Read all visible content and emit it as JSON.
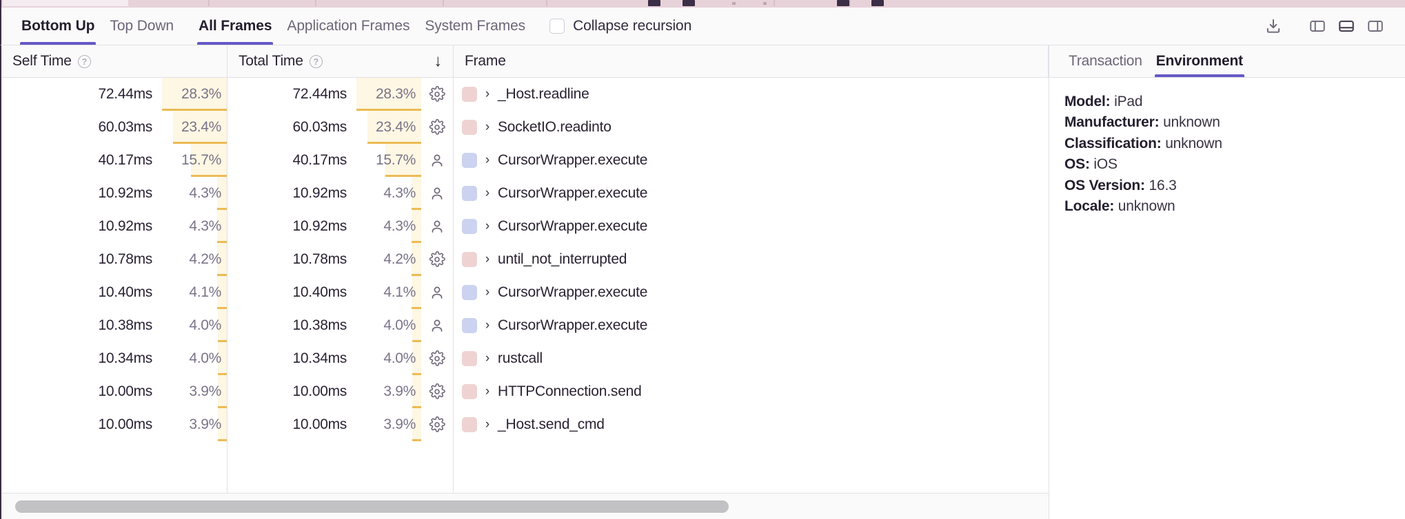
{
  "accent_color": "#6559c5",
  "colors": {
    "system_frame_swatch": "#efd3d3",
    "app_frame_swatch": "#cbd3f0",
    "pct_fill": "#fdf7e3",
    "pct_underline": "#ecbb55",
    "scrollbar_thumb": "#c2c1c4"
  },
  "toolbar": {
    "view_tabs": [
      {
        "label": "Bottom Up",
        "active": true
      },
      {
        "label": "Top Down",
        "active": false
      }
    ],
    "frame_tabs": [
      {
        "label": "All Frames",
        "active": true
      },
      {
        "label": "Application Frames",
        "active": false
      },
      {
        "label": "System Frames",
        "active": false
      }
    ],
    "collapse_recursion": {
      "label": "Collapse recursion",
      "checked": false
    },
    "actions": [
      {
        "name": "download-icon",
        "title": "Download"
      },
      {
        "name": "left-panel-icon",
        "title": "Toggle left panel"
      },
      {
        "name": "bottom-panel-icon",
        "title": "Toggle bottom panel"
      },
      {
        "name": "right-panel-icon",
        "title": "Toggle right panel"
      }
    ]
  },
  "table": {
    "columns": [
      {
        "key": "self",
        "label": "Self Time",
        "help": "?"
      },
      {
        "key": "total",
        "label": "Total Time",
        "help": "?",
        "sorted": true,
        "sort_direction": "desc",
        "sort_glyph": "↓"
      },
      {
        "key": "frame",
        "label": "Frame"
      }
    ],
    "pct_max": 28.3,
    "rows": [
      {
        "self_time": "72.44ms",
        "self_pct": "28.3%",
        "self_pct_value": 28.3,
        "total_time": "72.44ms",
        "total_pct": "28.3%",
        "total_pct_value": 28.3,
        "kind": "system",
        "icon": "gear-icon",
        "frame": "_Host.readline"
      },
      {
        "self_time": "60.03ms",
        "self_pct": "23.4%",
        "self_pct_value": 23.4,
        "total_time": "60.03ms",
        "total_pct": "23.4%",
        "total_pct_value": 23.4,
        "kind": "system",
        "icon": "gear-icon",
        "frame": "SocketIO.readinto"
      },
      {
        "self_time": "40.17ms",
        "self_pct": "15.7%",
        "self_pct_value": 15.7,
        "total_time": "40.17ms",
        "total_pct": "15.7%",
        "total_pct_value": 15.7,
        "kind": "application",
        "icon": "person-icon",
        "frame": "CursorWrapper.execute"
      },
      {
        "self_time": "10.92ms",
        "self_pct": "4.3%",
        "self_pct_value": 4.3,
        "total_time": "10.92ms",
        "total_pct": "4.3%",
        "total_pct_value": 4.3,
        "kind": "application",
        "icon": "person-icon",
        "frame": "CursorWrapper.execute"
      },
      {
        "self_time": "10.92ms",
        "self_pct": "4.3%",
        "self_pct_value": 4.3,
        "total_time": "10.92ms",
        "total_pct": "4.3%",
        "total_pct_value": 4.3,
        "kind": "application",
        "icon": "person-icon",
        "frame": "CursorWrapper.execute"
      },
      {
        "self_time": "10.78ms",
        "self_pct": "4.2%",
        "self_pct_value": 4.2,
        "total_time": "10.78ms",
        "total_pct": "4.2%",
        "total_pct_value": 4.2,
        "kind": "system",
        "icon": "gear-icon",
        "frame": "until_not_interrupted"
      },
      {
        "self_time": "10.40ms",
        "self_pct": "4.1%",
        "self_pct_value": 4.1,
        "total_time": "10.40ms",
        "total_pct": "4.1%",
        "total_pct_value": 4.1,
        "kind": "application",
        "icon": "person-icon",
        "frame": "CursorWrapper.execute"
      },
      {
        "self_time": "10.38ms",
        "self_pct": "4.0%",
        "self_pct_value": 4.0,
        "total_time": "10.38ms",
        "total_pct": "4.0%",
        "total_pct_value": 4.0,
        "kind": "application",
        "icon": "person-icon",
        "frame": "CursorWrapper.execute"
      },
      {
        "self_time": "10.34ms",
        "self_pct": "4.0%",
        "self_pct_value": 4.0,
        "total_time": "10.34ms",
        "total_pct": "4.0%",
        "total_pct_value": 4.0,
        "kind": "system",
        "icon": "gear-icon",
        "frame": "rustcall"
      },
      {
        "self_time": "10.00ms",
        "self_pct": "3.9%",
        "self_pct_value": 3.9,
        "total_time": "10.00ms",
        "total_pct": "3.9%",
        "total_pct_value": 3.9,
        "kind": "system",
        "icon": "gear-icon",
        "frame": "HTTPConnection.send"
      },
      {
        "self_time": "10.00ms",
        "self_pct": "3.9%",
        "self_pct_value": 3.9,
        "total_time": "10.00ms",
        "total_pct": "3.9%",
        "total_pct_value": 3.9,
        "kind": "system",
        "icon": "gear-icon",
        "frame": "_Host.send_cmd"
      }
    ],
    "expand_glyph": "›",
    "scrollbar": {
      "thumb_start_pct": 0.7,
      "thumb_width_pct": 69
    }
  },
  "detail": {
    "tabs": [
      {
        "label": "Transaction",
        "active": false
      },
      {
        "label": "Environment",
        "active": true
      }
    ],
    "environment": [
      {
        "key": "Model:",
        "value": "iPad"
      },
      {
        "key": "Manufacturer:",
        "value": "unknown"
      },
      {
        "key": "Classification:",
        "value": "unknown"
      },
      {
        "key": "OS:",
        "value": "iOS"
      },
      {
        "key": "OS Version:",
        "value": "16.3"
      },
      {
        "key": "Locale:",
        "value": "unknown"
      }
    ]
  }
}
